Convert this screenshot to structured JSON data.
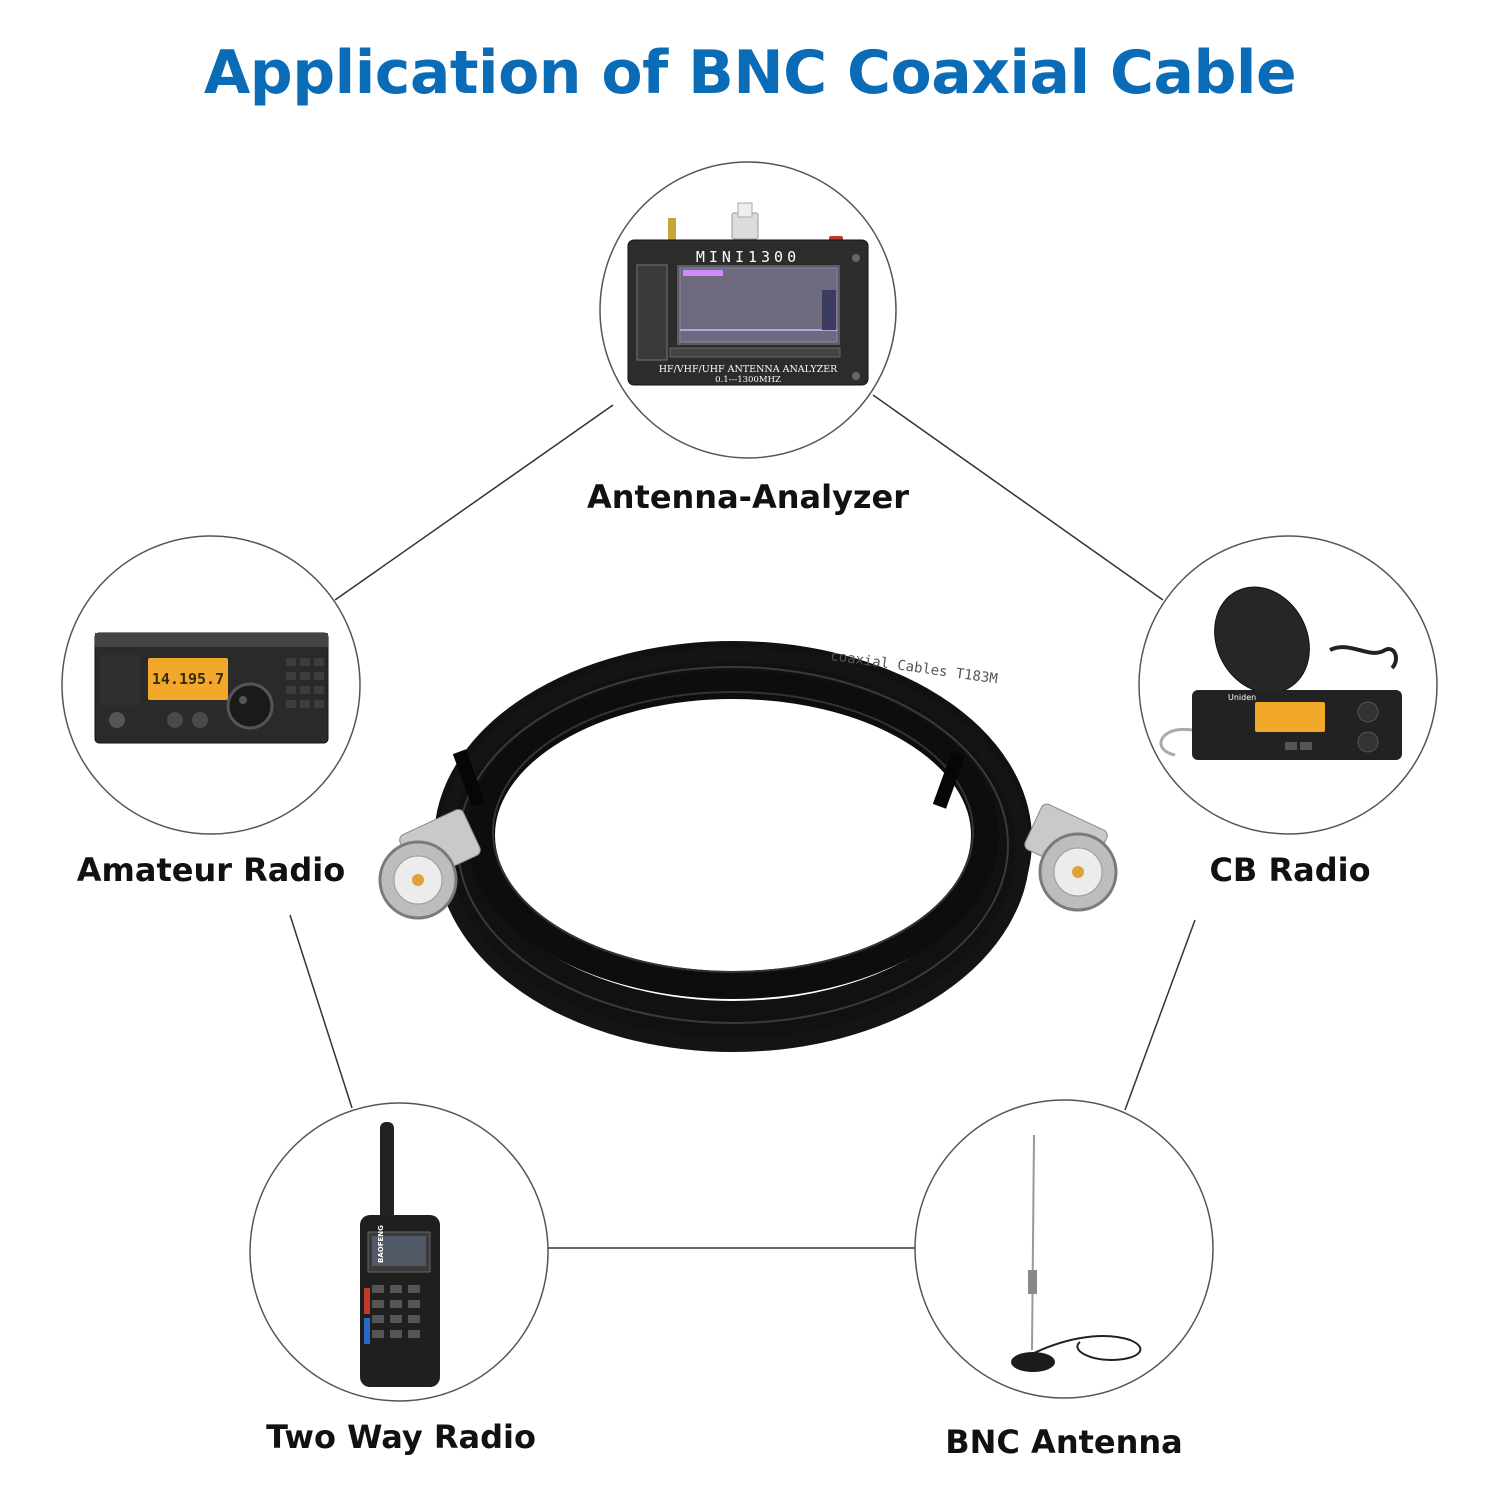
{
  "title": "Application of BNC Coaxial Cable",
  "colors": {
    "title": "#0a6cb6",
    "lines": "#333333",
    "cable": "#111111",
    "connector": "#c9c9c9",
    "amber": "#f2a92b"
  },
  "center": {
    "icon": "bnc-coax-cable-icon",
    "printed_text": "coaxial Cables T183M"
  },
  "nodes": [
    {
      "id": "antenna-analyzer",
      "label": "Antenna-Analyzer",
      "icon": "antenna-analyzer-icon",
      "device_text": [
        "MINI1300",
        "HF/VHF/UHF ANTENNA ANALYZER",
        "0.1---1300MHZ"
      ]
    },
    {
      "id": "amateur-radio",
      "label": "Amateur Radio",
      "icon": "amateur-radio-icon",
      "device_text": [
        "14.195.7"
      ]
    },
    {
      "id": "cb-radio",
      "label": "CB Radio",
      "icon": "cb-radio-icon",
      "device_text": [
        "Uniden"
      ]
    },
    {
      "id": "two-way-radio",
      "label": "Two Way Radio",
      "icon": "walkie-talkie-icon",
      "device_text": [
        "BAOFENG"
      ]
    },
    {
      "id": "bnc-antenna",
      "label": "BNC Antenna",
      "icon": "magnetic-antenna-icon",
      "device_text": []
    }
  ]
}
